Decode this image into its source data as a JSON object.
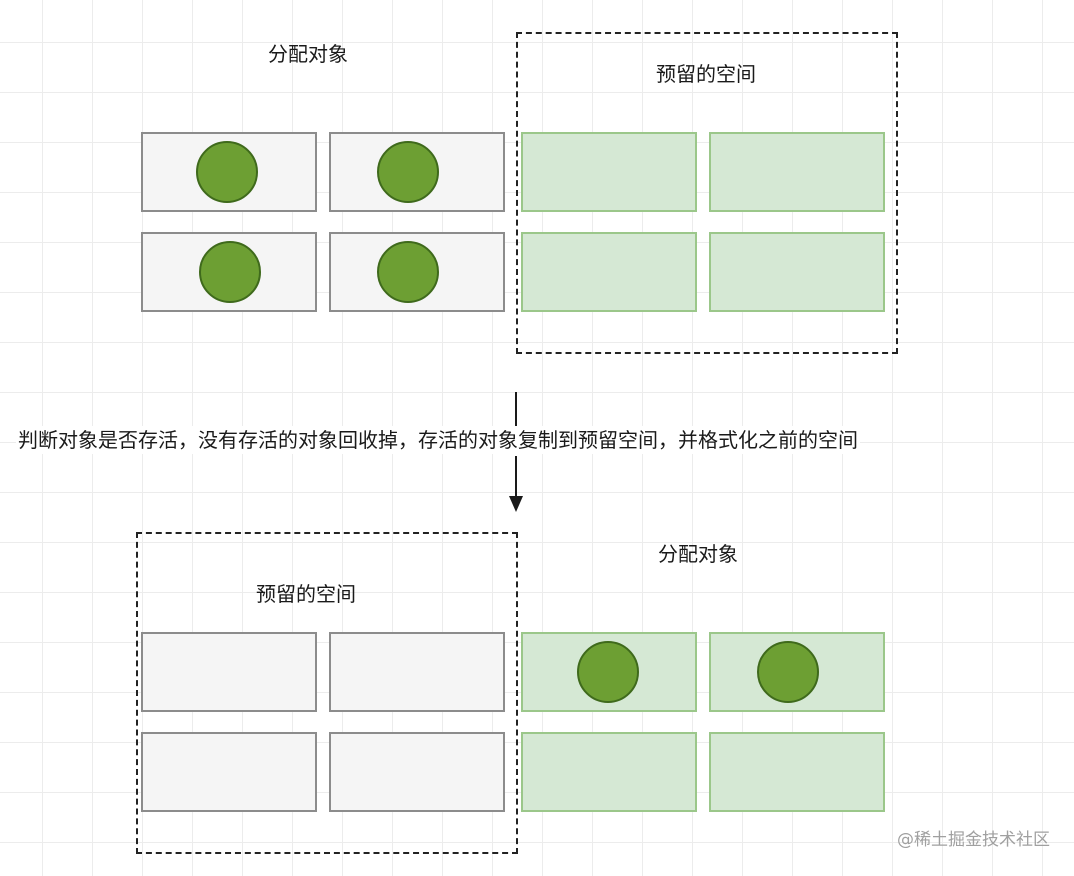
{
  "top": {
    "allocated_label": "分配对象",
    "reserved_label": "预留的空间"
  },
  "caption": "判断对象是否存活，没有存活的对象回收掉，存活的对象复制到预留空间，并格式化之前的空间",
  "bottom": {
    "allocated_label": "分配对象",
    "reserved_label": "预留的空间"
  },
  "watermark": "@稀土掘金技术社区",
  "colors": {
    "gray_cell_fill": "#f5f5f5",
    "gray_cell_border": "#8c8c8c",
    "green_cell_fill": "#d5e8d4",
    "green_cell_border": "#9bc78a",
    "live_object": "#6d9f33",
    "live_object_border": "#3f6a1c"
  }
}
